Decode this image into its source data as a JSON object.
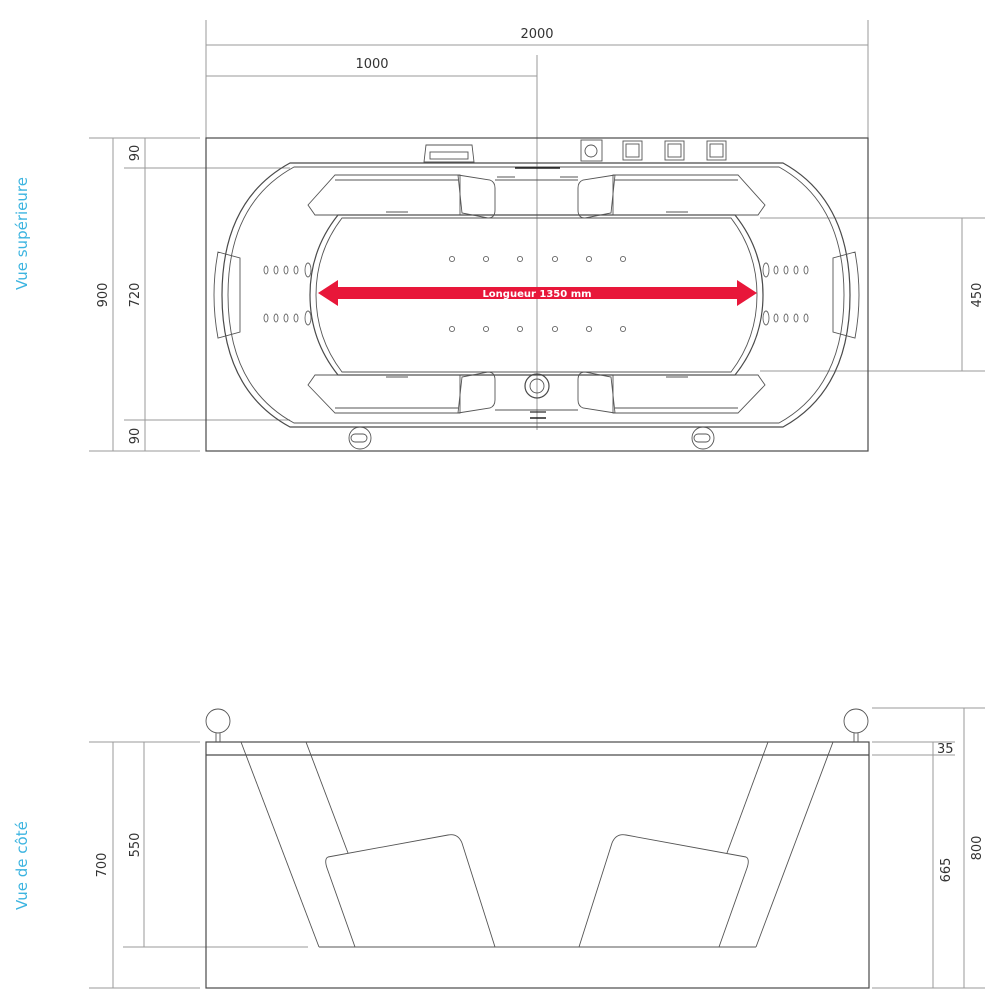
{
  "views": {
    "top": {
      "label": "Vue supérieure",
      "dimensions": {
        "total_length": "2000",
        "half_length": "1000",
        "total_width": "900",
        "inner_width": "720",
        "rim_top": "90",
        "rim_bottom": "90",
        "headrest_span": "450"
      },
      "arrow_label": "Longueur 1350 mm",
      "controls": [
        "display-panel",
        "knob-button",
        "square-button",
        "square-button",
        "square-button"
      ]
    },
    "side": {
      "label": "Vue de côté",
      "dimensions": {
        "height_700": "700",
        "height_550": "550",
        "rim_35": "35",
        "height_665": "665",
        "height_800": "800"
      }
    }
  },
  "colors": {
    "accent_label": "#3cb4e0",
    "arrow": "#e8173a",
    "line": "#4a4a4a",
    "dim_line": "#9a9a9a"
  }
}
